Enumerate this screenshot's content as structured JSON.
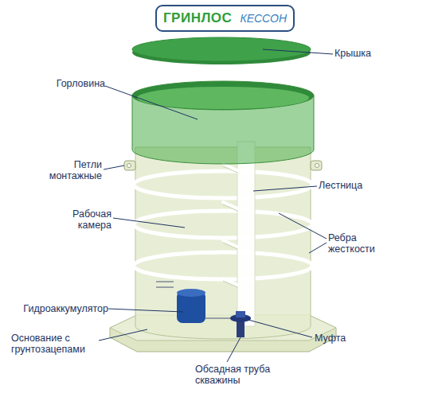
{
  "diagram": {
    "nodes": [
      {
        "text": [
          "ГРИНЛОС",
          "КЕССОН"
        ]
      }
    ],
    "labels": [
      "Крышка",
      "Горловина",
      "Петли монтажные",
      "Лестница",
      "Рабочая камера",
      "Ребра жесткости",
      "Гидроаккумулятор",
      "Основание с грунтозацепами",
      "Муфта",
      "Обсадная труба скважины"
    ]
  }
}
